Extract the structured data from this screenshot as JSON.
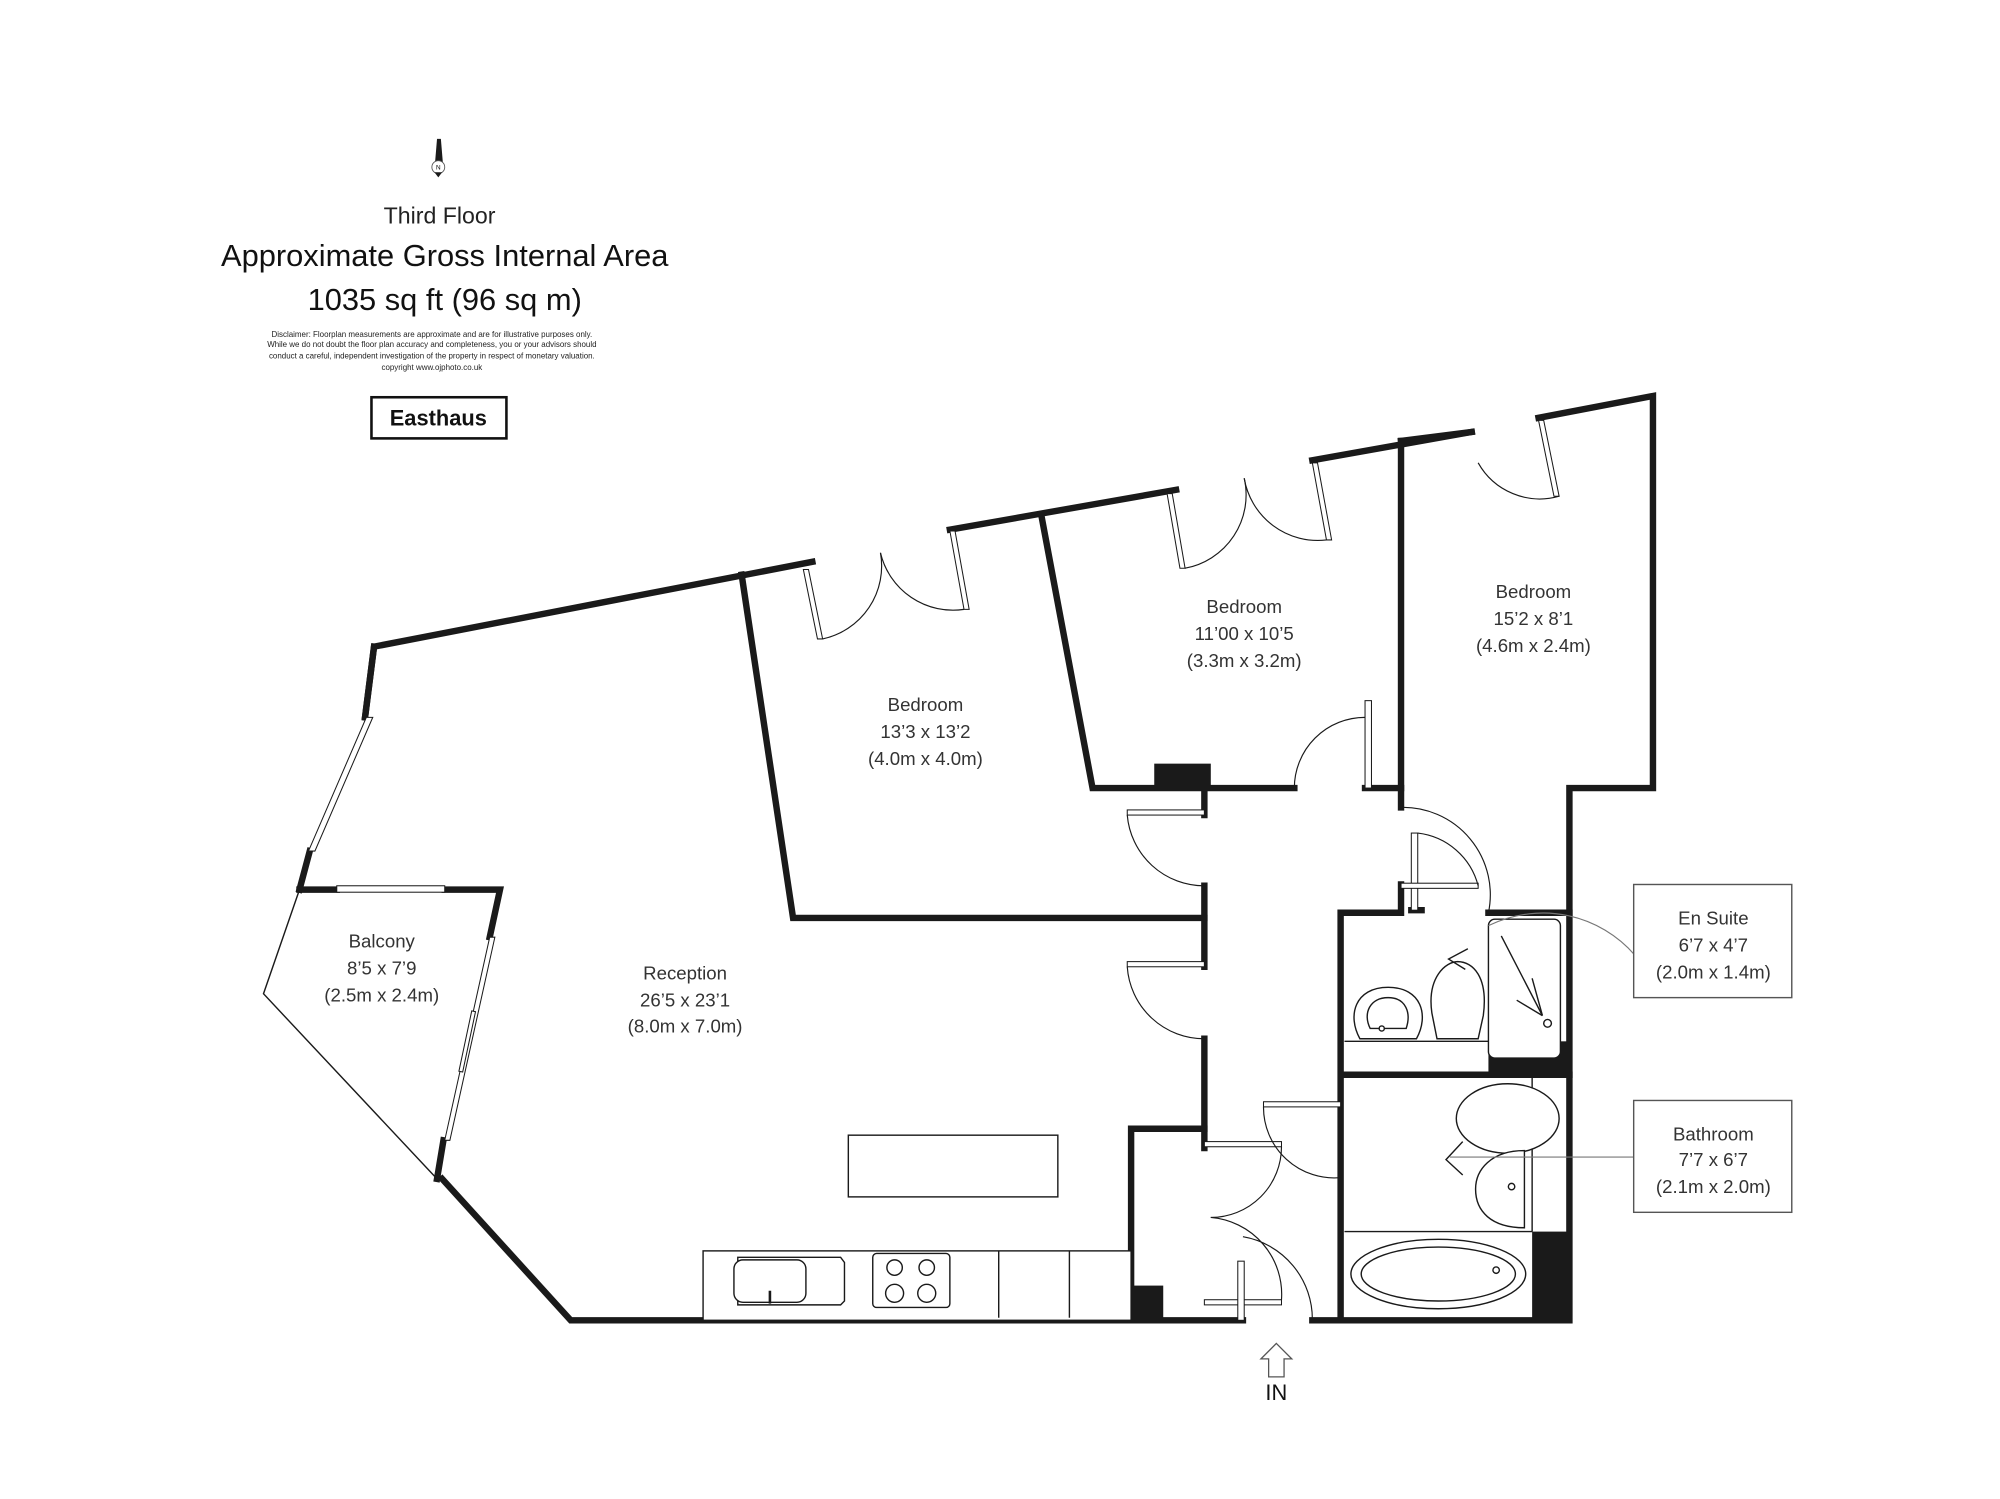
{
  "header": {
    "floor": "Third Floor",
    "area_title": "Approximate Gross Internal Area",
    "area_value": "1035 sq ft (96 sq m)",
    "disclaimer": [
      "Disclaimer: Floorplan measurements are approximate and are for illustrative purposes only.",
      "While we do not doubt the floor plan accuracy and completeness, you or your advisors should",
      "conduct a careful, independent investigation of the property in respect of monetary valuation.",
      "copyright www.ojphoto.co.uk"
    ],
    "brand": "Easthaus",
    "compass": "N"
  },
  "rooms": {
    "bedroom1": {
      "name": "Bedroom",
      "imperial": "13’3 x 13’2",
      "metric": "(4.0m x 4.0m)"
    },
    "bedroom2": {
      "name": "Bedroom",
      "imperial": "11’00 x 10’5",
      "metric": "(3.3m x 3.2m)"
    },
    "bedroom3": {
      "name": "Bedroom",
      "imperial": "15’2 x 8’1",
      "metric": "(4.6m x 2.4m)"
    },
    "balcony": {
      "name": "Balcony",
      "imperial": "8’5 x 7’9",
      "metric": "(2.5m x 2.4m)"
    },
    "reception": {
      "name": "Reception",
      "imperial": "26’5 x 23’1",
      "metric": "(8.0m x 7.0m)"
    },
    "en_suite": {
      "name": "En Suite",
      "imperial": "6’7 x 4’7",
      "metric": "(2.0m x 1.4m)"
    },
    "bathroom": {
      "name": "Bathroom",
      "imperial": "7’7 x 6’7",
      "metric": "(2.1m x 2.0m)"
    }
  },
  "entrance": {
    "label": "IN"
  },
  "colors": {
    "wall": "#1a1a1a",
    "background": "#ffffff",
    "leader": "#777777"
  }
}
